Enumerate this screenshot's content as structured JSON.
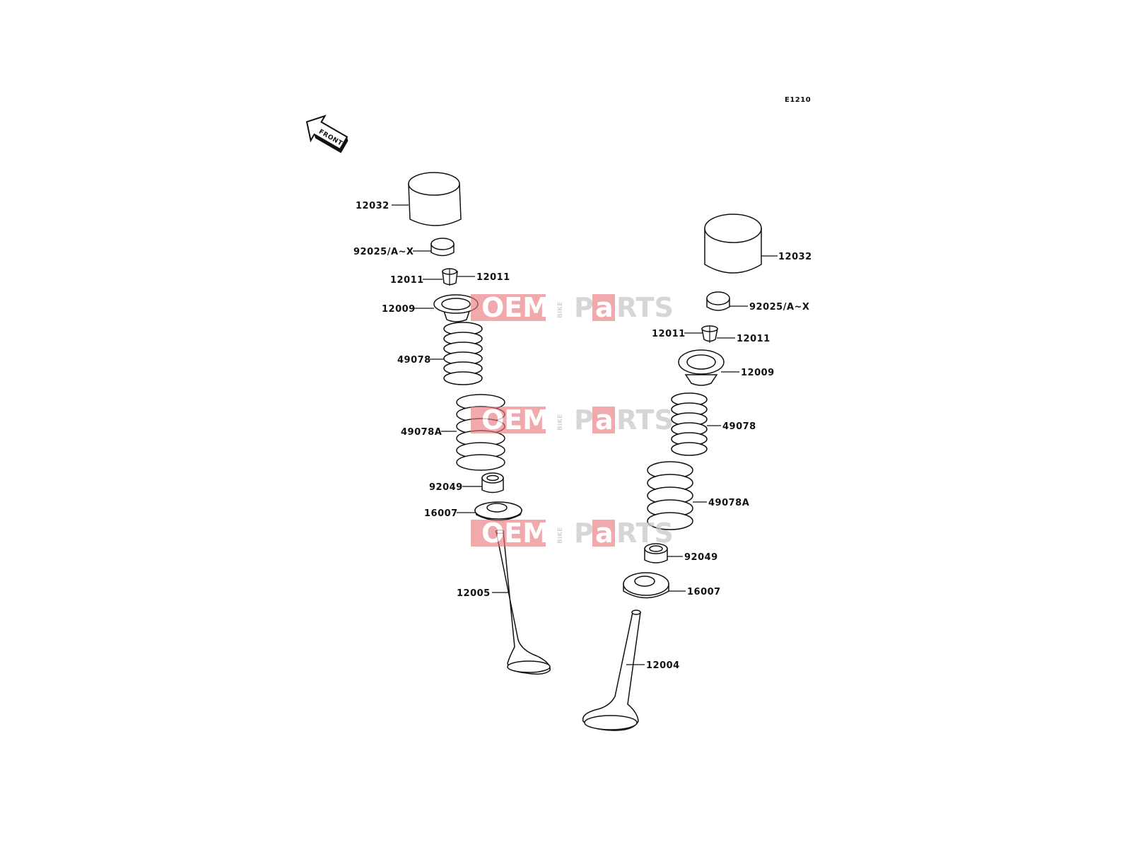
{
  "diagram": {
    "code": "E1210",
    "front_label": "FRONT",
    "labels": {
      "left_12032": "12032",
      "left_92025": "92025/A~X",
      "left_12011_a": "12011",
      "left_12011_b": "12011",
      "left_12009": "12009",
      "left_49078": "49078",
      "left_49078A": "49078A",
      "left_92049": "92049",
      "left_16007": "16007",
      "left_12005": "12005",
      "right_12032": "12032",
      "right_92025": "92025/A~X",
      "right_12011_a": "12011",
      "right_12011_b": "12011",
      "right_12009": "12009",
      "right_49078": "49078",
      "right_49078A": "49078A",
      "right_92049": "92049",
      "right_16007": "16007",
      "right_12004": "12004"
    }
  },
  "watermark": {
    "oem": "OEM",
    "bike": "BIKE",
    "p": "P",
    "a": "a",
    "rts": "RTS",
    "colors": {
      "red": "#e8787f",
      "gray": "#c9c9c9"
    }
  }
}
